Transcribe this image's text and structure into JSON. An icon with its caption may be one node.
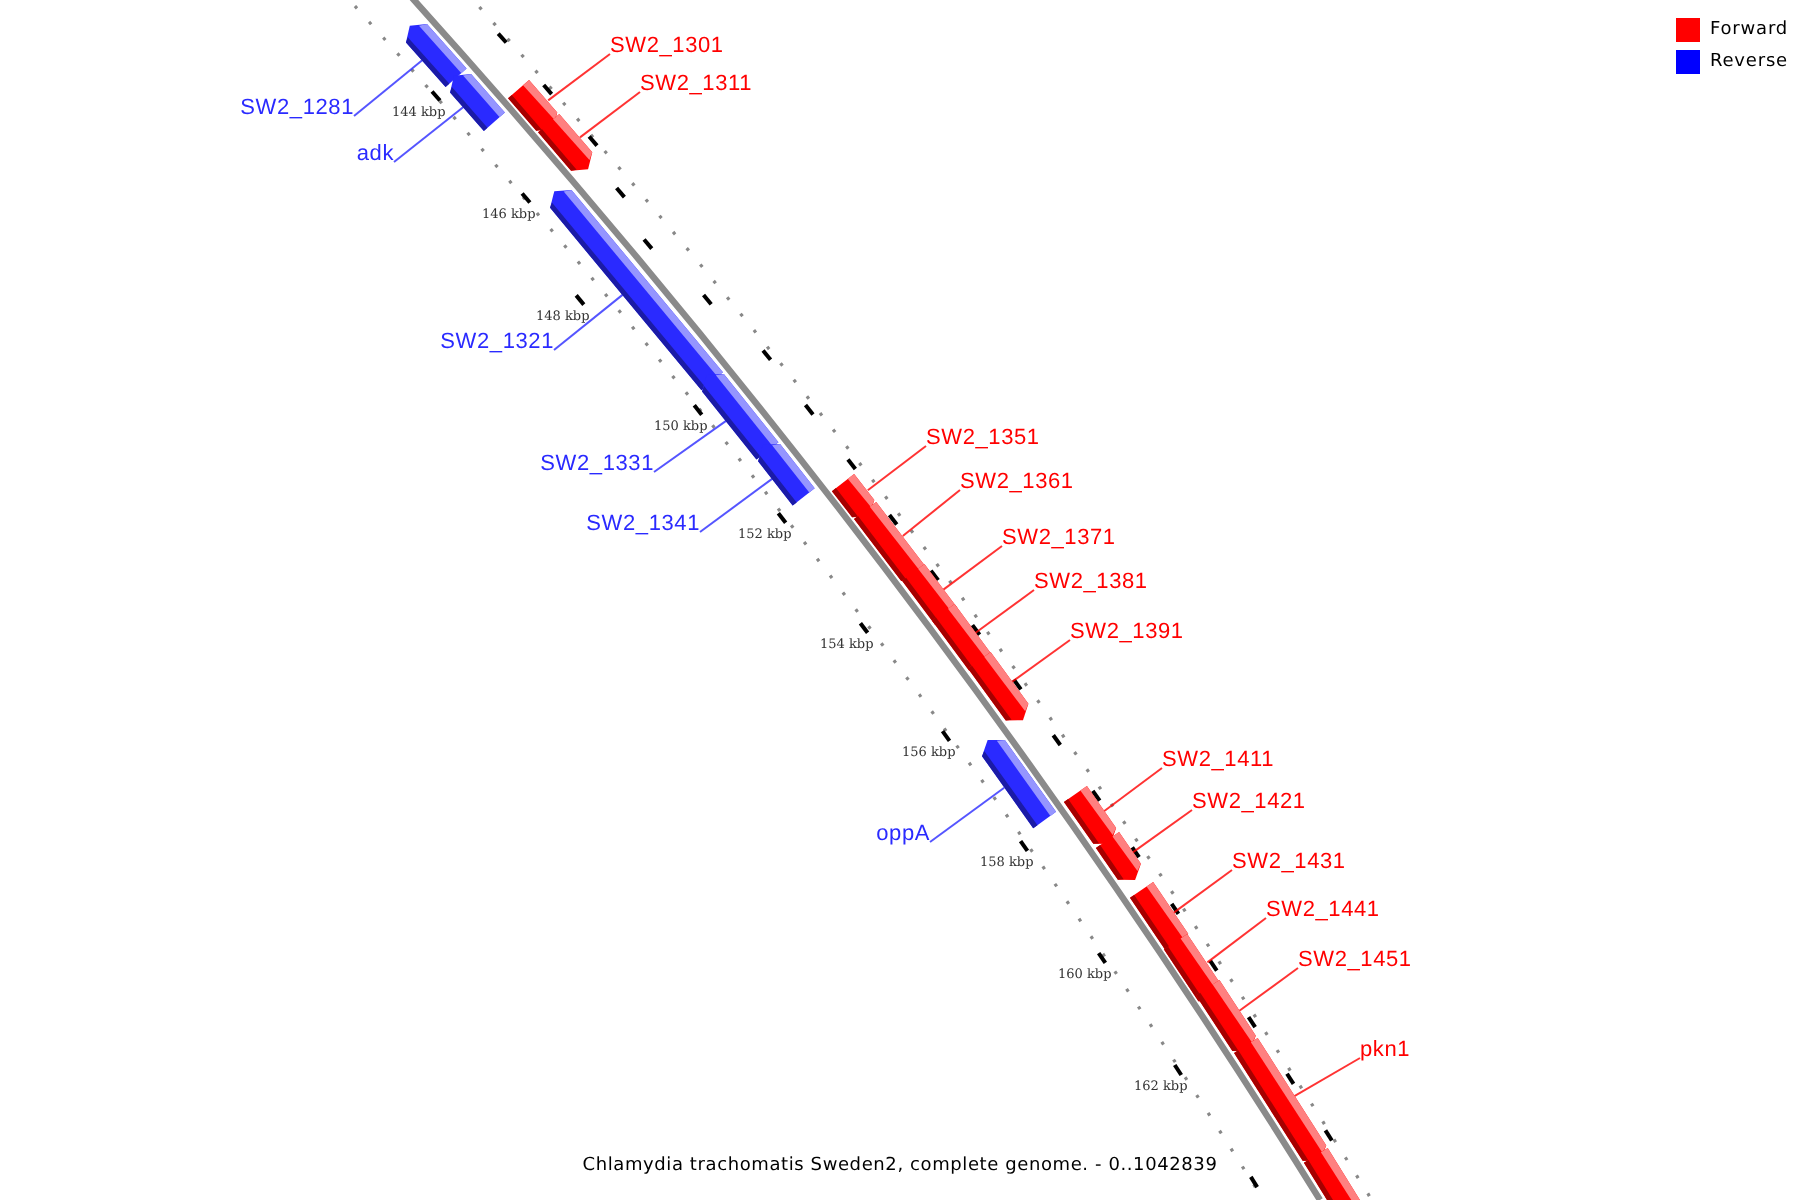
{
  "diagram": {
    "caption": "Chlamydia trachomatis Sweden2, complete genome. - 0..1042839",
    "nodes": [
      {
        "text": [
          "SW2_1281"
        ]
      },
      {
        "text": [],
        "shape": "bar"
      },
      {
        "text": [
          "adk"
        ]
      },
      {
        "text": [],
        "shape": "bar"
      },
      {
        "text": [
          "SW2_1301"
        ]
      },
      {
        "text": [],
        "shape": "bar"
      },
      {
        "text": [
          "SW2_1311"
        ]
      },
      {
        "text": [],
        "shape": "bar"
      },
      {
        "text": [
          "SW2_1321"
        ]
      },
      {
        "text": [],
        "shape": "bar"
      },
      {
        "text": [
          "SW2_1331"
        ]
      },
      {
        "text": [],
        "shape": "bar"
      },
      {
        "text": [
          "SW2_1341"
        ]
      },
      {
        "text": [],
        "shape": "bar"
      },
      {
        "text": [
          "SW2_1351"
        ]
      },
      {
        "text": [],
        "shape": "bar"
      },
      {
        "text": [
          "SW2_1361"
        ]
      },
      {
        "text": [],
        "shape": "bar"
      },
      {
        "text": [
          "SW2_1371"
        ]
      },
      {
        "text": [],
        "shape": "bar"
      },
      {
        "text": [
          "SW2_1381"
        ]
      },
      {
        "text": [],
        "shape": "bar"
      },
      {
        "text": [
          "SW2_1391"
        ]
      },
      {
        "text": [],
        "shape": "bar"
      },
      {
        "text": [
          "oppA"
        ]
      },
      {
        "text": [],
        "shape": "bar"
      },
      {
        "text": [
          "SW2_1411"
        ]
      },
      {
        "text": [],
        "shape": "bar"
      },
      {
        "text": [
          "SW2_1421"
        ]
      },
      {
        "text": [],
        "shape": "bar"
      },
      {
        "text": [
          "SW2_1431"
        ]
      },
      {
        "text": [],
        "shape": "bar"
      },
      {
        "text": [
          "SW2_1441"
        ]
      },
      {
        "text": [],
        "shape": "bar"
      },
      {
        "text": [
          "SW2_1451"
        ]
      },
      {
        "text": [],
        "shape": "bar"
      },
      {
        "text": [
          "pkn1"
        ]
      },
      {
        "text": [],
        "shape": "bar"
      },
      {
        "text": [],
        "shape": "bar"
      }
    ],
    "edges": [
      {
        "from": 0,
        "to": 1,
        "arrow": "none",
        "color": "#2a2aff"
      },
      {
        "from": 2,
        "to": 3,
        "arrow": "none",
        "color": "#2a2aff"
      },
      {
        "from": 4,
        "to": 5,
        "arrow": "none"
      },
      {
        "from": 6,
        "to": 7,
        "arrow": "none"
      },
      {
        "from": 8,
        "to": 9,
        "arrow": "none",
        "color": "#2a2aff"
      },
      {
        "from": 10,
        "to": 11,
        "arrow": "none",
        "color": "#2a2aff"
      },
      {
        "from": 12,
        "to": 13,
        "arrow": "none",
        "color": "#2a2aff"
      },
      {
        "from": 14,
        "to": 15,
        "arrow": "none"
      },
      {
        "from": 16,
        "to": 17,
        "arrow": "none"
      },
      {
        "from": 18,
        "to": 19,
        "arrow": "none"
      },
      {
        "from": 20,
        "to": 21,
        "arrow": "none"
      },
      {
        "from": 22,
        "to": 23,
        "arrow": "none"
      },
      {
        "from": 24,
        "to": 25,
        "arrow": "none",
        "color": "#2a2aff"
      },
      {
        "from": 26,
        "to": 27,
        "arrow": "none"
      },
      {
        "from": 28,
        "to": 29,
        "arrow": "none"
      },
      {
        "from": 30,
        "to": 31,
        "arrow": "none"
      },
      {
        "from": 32,
        "to": 33,
        "arrow": "none"
      },
      {
        "from": 34,
        "to": 35,
        "arrow": "none"
      },
      {
        "from": 36,
        "to": 37,
        "arrow": "none"
      }
    ],
    "labels": [
      "144 kbp",
      "146 kbp",
      "148 kbp",
      "150 kbp",
      "152 kbp",
      "154 kbp",
      "156 kbp",
      "158 kbp",
      "160 kbp",
      "162 kbp"
    ],
    "legend": [
      {
        "text": "Forward",
        "color": "#ff0000"
      },
      {
        "text": "Reverse",
        "color": "#0000ff"
      }
    ]
  }
}
